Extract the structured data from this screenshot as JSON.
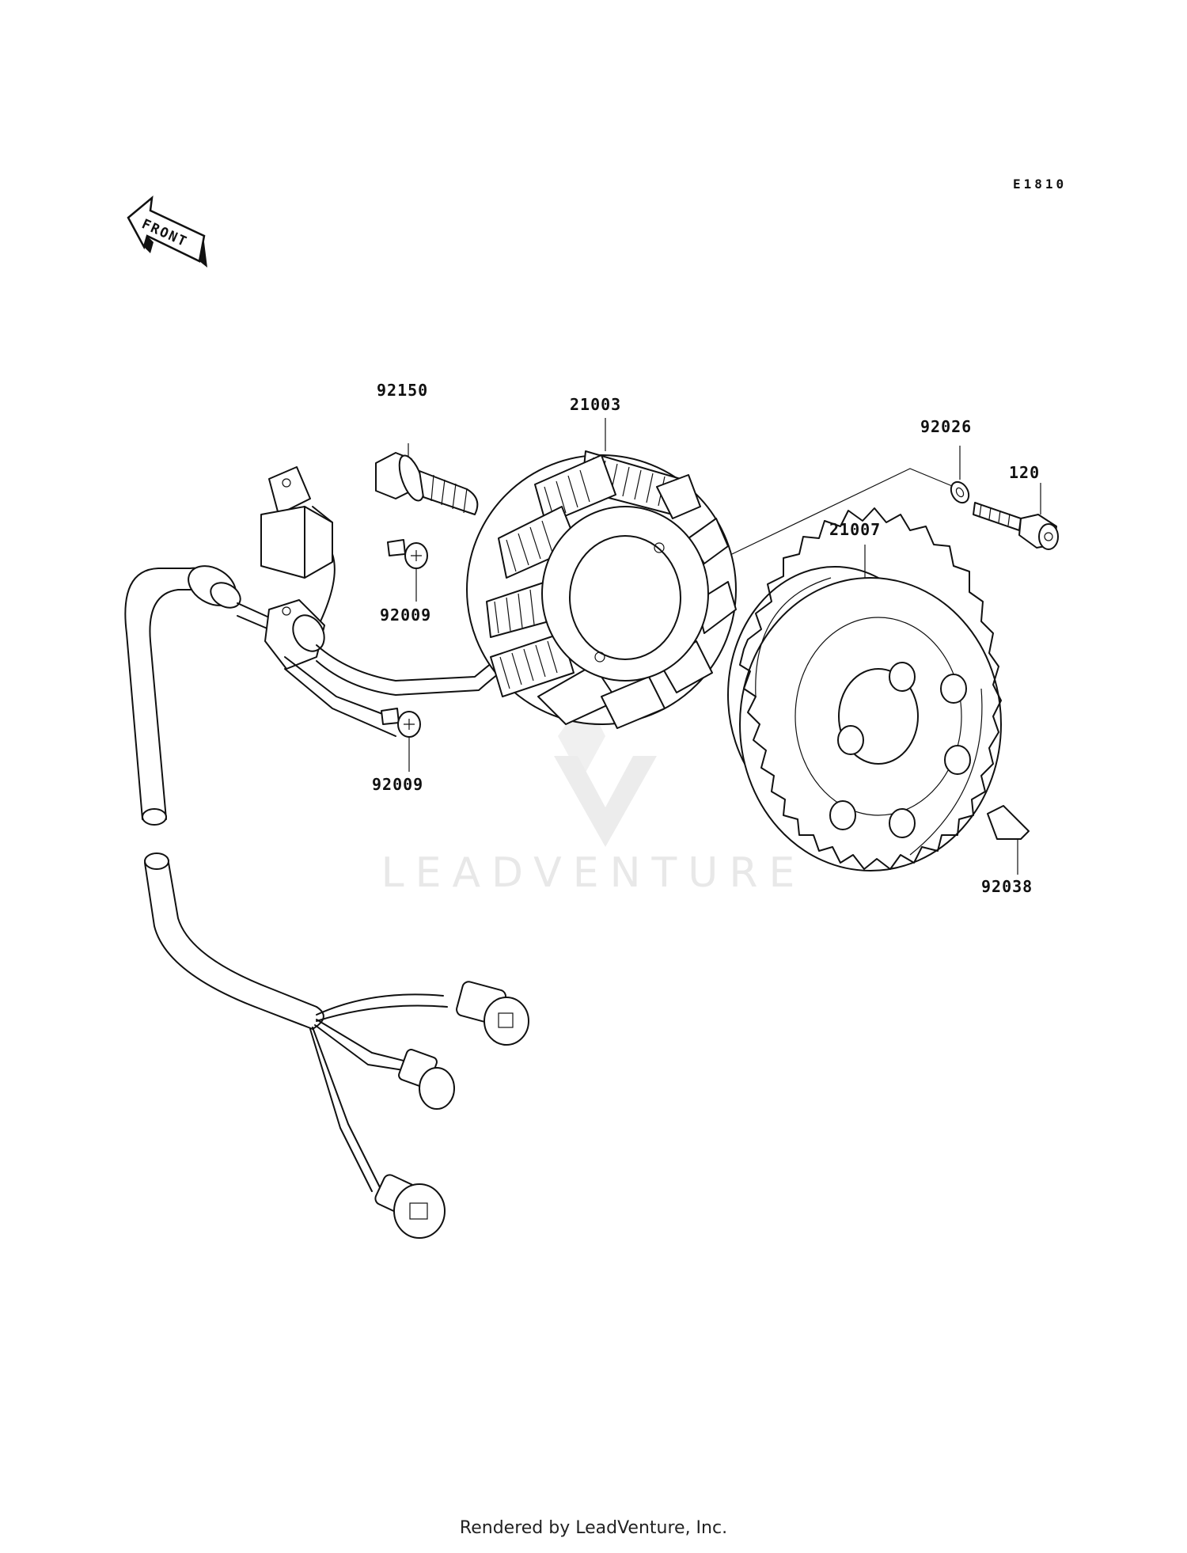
{
  "diagram_code": "E1810",
  "front_indicator": "FRONT",
  "watermark": "LEADVENTURE",
  "footer": "Rendered by LeadVenture, Inc.",
  "parts": [
    {
      "id": "92150",
      "label": "92150"
    },
    {
      "id": "21003",
      "label": "21003"
    },
    {
      "id": "92026",
      "label": "92026"
    },
    {
      "id": "120",
      "label": "120"
    },
    {
      "id": "21007",
      "label": "21007"
    },
    {
      "id": "92009a",
      "label": "92009"
    },
    {
      "id": "92009b",
      "label": "92009"
    },
    {
      "id": "92038",
      "label": "92038"
    }
  ]
}
